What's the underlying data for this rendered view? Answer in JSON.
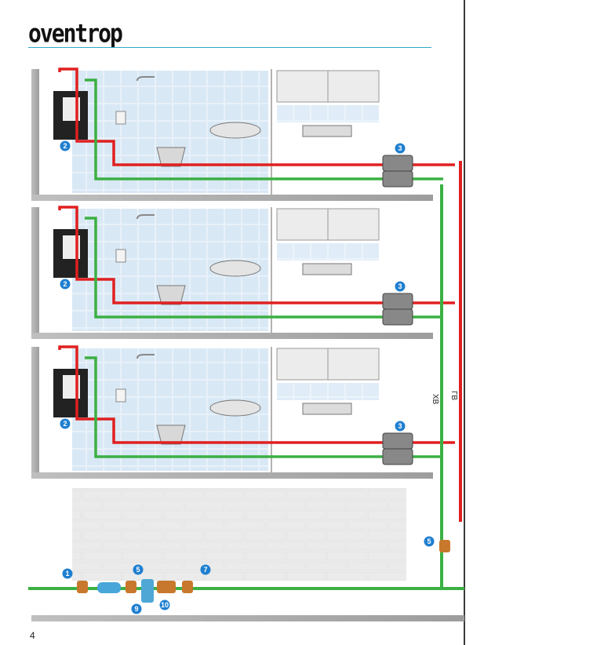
{
  "brand": {
    "logo_text": "oventrop"
  },
  "page": {
    "number": "4"
  },
  "pipes": {
    "cold_water_label": "ХВ",
    "hot_water_label": "ГВ",
    "cold_color": "#3cb043",
    "hot_color": "#e02020"
  },
  "floors": [
    {
      "callout_left": "2",
      "callout_right": "3"
    },
    {
      "callout_left": "2",
      "callout_right": "3"
    },
    {
      "callout_left": "2",
      "callout_right": "3"
    }
  ],
  "riser_callout": "5",
  "basement_callouts": [
    "1",
    "5",
    "7",
    "9",
    "10"
  ]
}
